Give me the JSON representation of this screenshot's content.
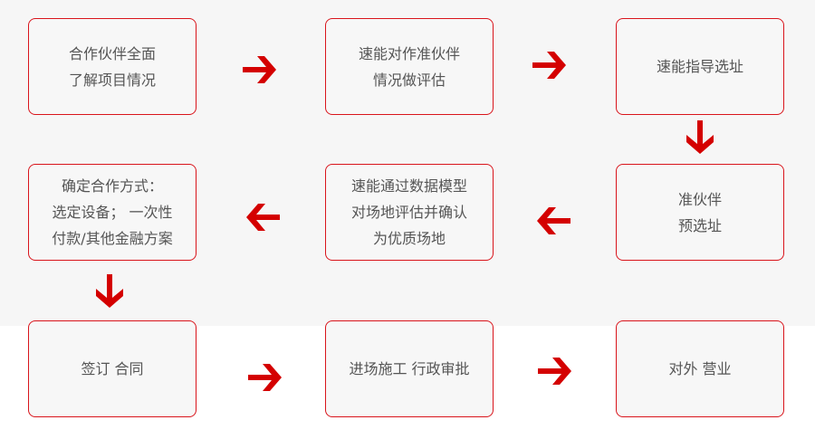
{
  "steps": [
    {
      "label": "合作伙伴全面\n了解项目情况"
    },
    {
      "label": "速能对作准伙伴\n情况做评估"
    },
    {
      "label": "速能指导选址"
    },
    {
      "label": "准伙伴\n预选址"
    },
    {
      "label": "速能通过数据模型\n对场地评估并确认\n为优质场地"
    },
    {
      "label": "确定合作方式：\n选定设备； 一次性\n付款/其他金融方案"
    },
    {
      "label": "签订 合同"
    },
    {
      "label": "进场施工 行政审批"
    },
    {
      "label": "对外 营业"
    }
  ],
  "colors": {
    "accent": "#d40000",
    "border": "#d9141b",
    "text": "#555555",
    "panel": "#f6f6f6"
  }
}
